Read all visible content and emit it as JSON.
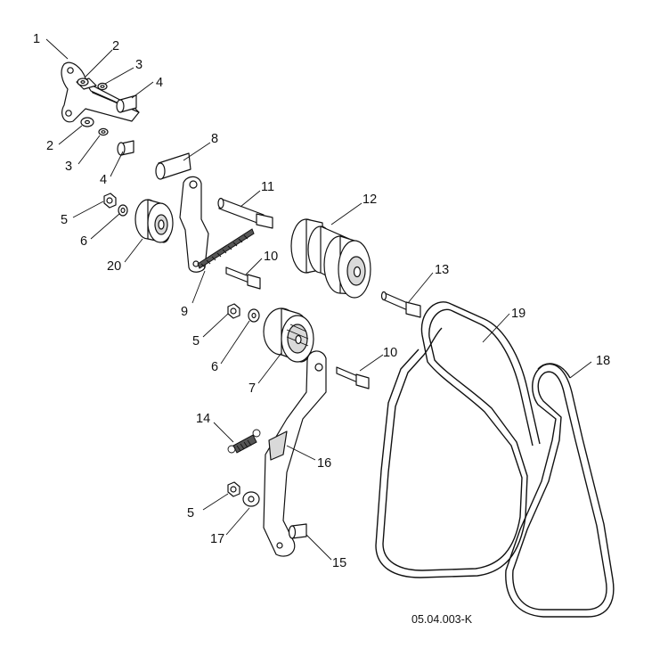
{
  "figure": {
    "reference_code": "05.04.003-K",
    "callouts": [
      {
        "id": "c1a",
        "label": "1"
      },
      {
        "id": "c2a",
        "label": "2"
      },
      {
        "id": "c3a",
        "label": "3"
      },
      {
        "id": "c4a",
        "label": "4"
      },
      {
        "id": "c2b",
        "label": "2"
      },
      {
        "id": "c3b",
        "label": "3"
      },
      {
        "id": "c4b",
        "label": "4"
      },
      {
        "id": "c8",
        "label": "8"
      },
      {
        "id": "c11",
        "label": "11"
      },
      {
        "id": "c12",
        "label": "12"
      },
      {
        "id": "c5a",
        "label": "5"
      },
      {
        "id": "c6a",
        "label": "6"
      },
      {
        "id": "c20",
        "label": "20"
      },
      {
        "id": "c10a",
        "label": "10"
      },
      {
        "id": "c9",
        "label": "9"
      },
      {
        "id": "c13",
        "label": "13"
      },
      {
        "id": "c19",
        "label": "19"
      },
      {
        "id": "c5b",
        "label": "5"
      },
      {
        "id": "c6b",
        "label": "6"
      },
      {
        "id": "c7",
        "label": "7"
      },
      {
        "id": "c10b",
        "label": "10"
      },
      {
        "id": "c18",
        "label": "18"
      },
      {
        "id": "c14",
        "label": "14"
      },
      {
        "id": "c16",
        "label": "16"
      },
      {
        "id": "c5c",
        "label": "5"
      },
      {
        "id": "c17",
        "label": "17"
      },
      {
        "id": "c15",
        "label": "15"
      }
    ]
  }
}
